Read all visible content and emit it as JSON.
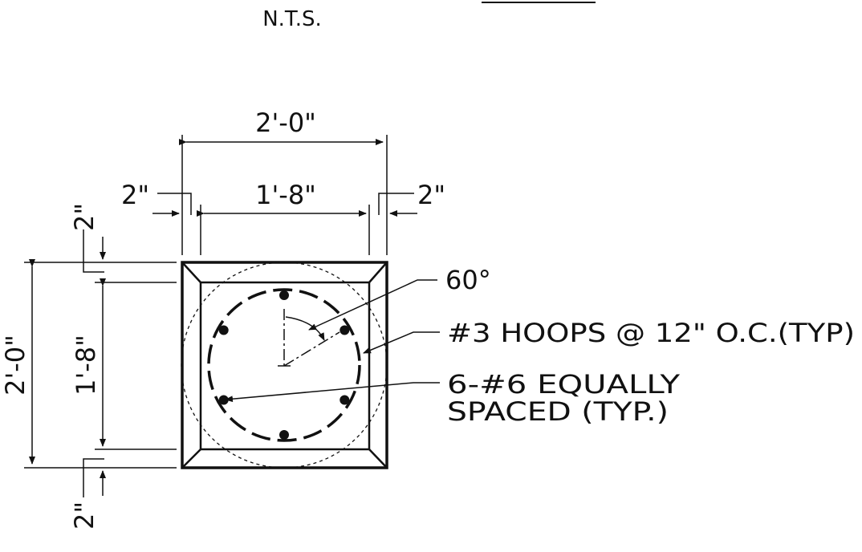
{
  "header": {
    "scale_note": "N.T.S."
  },
  "dimensions": {
    "overall_width": "2'-0\"",
    "inner_width": "1'-8\"",
    "left_cover": "2\"",
    "right_cover": "2\"",
    "overall_height": "2'-0\"",
    "inner_height": "1'-8\"",
    "top_cover": "2\"",
    "bottom_cover": "2\""
  },
  "callouts": {
    "angle": "60°",
    "hoops": "#3 HOOPS @ 12\" O.C.(TYP)",
    "bars_line1": "6-#6 EQUALLY",
    "bars_line2": "SPACED (TYP.)"
  },
  "bars": {
    "count": 6,
    "spacing_deg": 60
  },
  "colors": {
    "ink": "#111111",
    "paper": "#ffffff"
  }
}
